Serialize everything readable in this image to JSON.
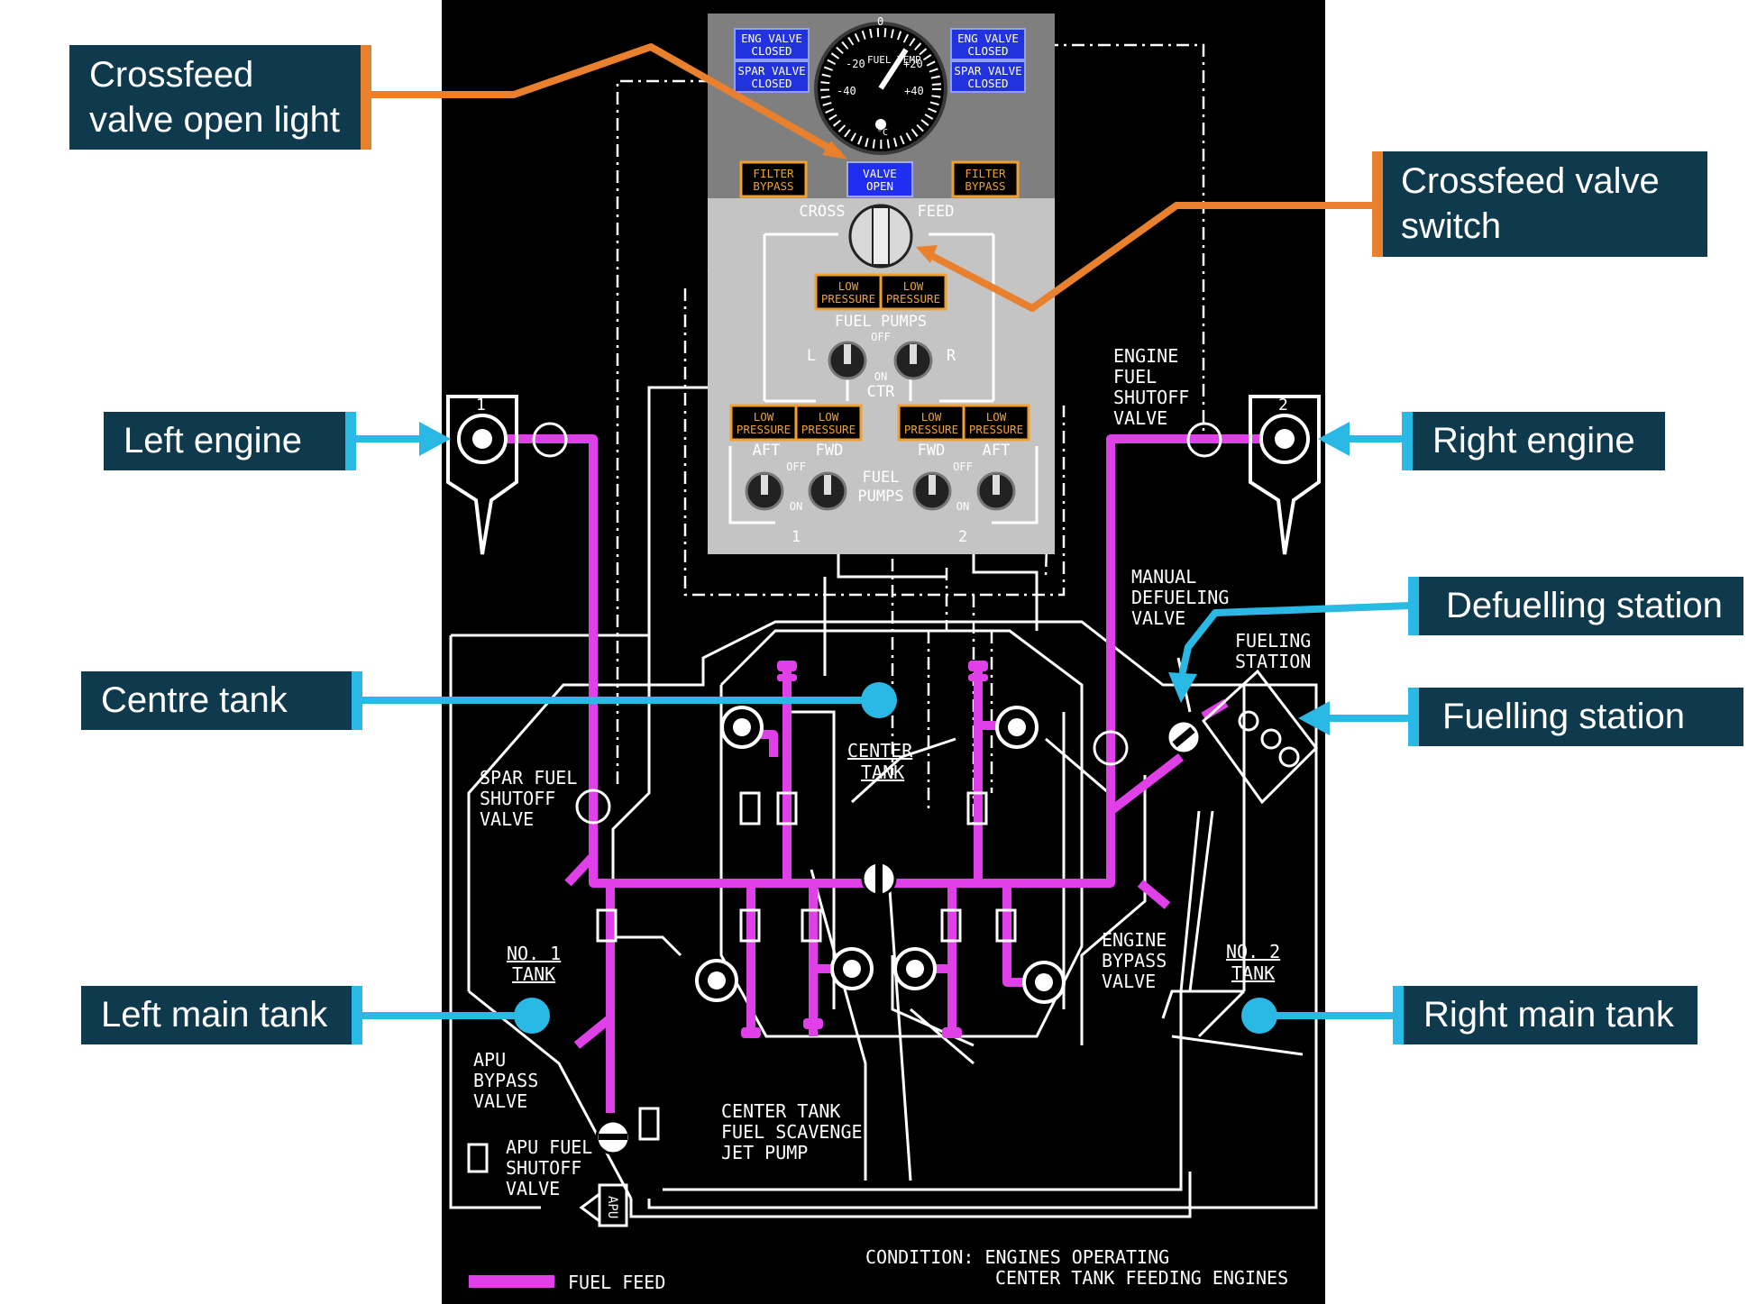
{
  "panel": {
    "eng_valve_closed_l": [
      "ENG VALVE",
      "CLOSED"
    ],
    "spar_valve_closed_l": [
      "SPAR VALVE",
      "CLOSED"
    ],
    "eng_valve_closed_r": [
      "ENG VALVE",
      "CLOSED"
    ],
    "spar_valve_closed_r": [
      "SPAR VALVE",
      "CLOSED"
    ],
    "gauge": {
      "top": "0",
      "left1": "-20",
      "left2": "-40",
      "right1": "+20",
      "right2": "+40",
      "label": "FUEL TEMP",
      "unit": "°C"
    },
    "filter_bypass_l": [
      "FILTER",
      "BYPASS"
    ],
    "valve_open": [
      "VALVE",
      "OPEN"
    ],
    "filter_bypass_r": [
      "FILTER",
      "BYPASS"
    ],
    "crossfeed_left": "CROSS",
    "crossfeed_right": "FEED",
    "low_pressure": [
      "LOW",
      "PRESSURE"
    ],
    "fuel_pumps_top": "FUEL PUMPS",
    "off": "OFF",
    "on": "ON",
    "l": "L",
    "r": "R",
    "ctr": "CTR",
    "aft": "AFT",
    "fwd": "FWD",
    "fuel_pumps_mid": [
      "FUEL",
      "PUMPS"
    ],
    "pump1": "1",
    "pump2": "2"
  },
  "diagram_labels": {
    "engine_fuel_shutoff": [
      "ENGINE",
      "FUEL",
      "SHUTOFF",
      "VALVE"
    ],
    "manual_defueling": [
      "MANUAL",
      "DEFUELING",
      "VALVE"
    ],
    "fueling_station": [
      "FUELING",
      "STATION"
    ],
    "center_tank": [
      "CENTER",
      "TANK"
    ],
    "spar_fuel_shutoff": [
      "SPAR FUEL",
      "SHUTOFF",
      "VALVE"
    ],
    "no1_tank": [
      "NO. 1",
      "TANK"
    ],
    "no2_tank": [
      "NO. 2",
      "TANK"
    ],
    "engine_bypass": [
      "ENGINE",
      "BYPASS",
      "VALVE"
    ],
    "apu_bypass": [
      "APU",
      "BYPASS",
      "VALVE"
    ],
    "apu_fuel_shutoff": [
      "APU FUEL",
      "SHUTOFF",
      "VALVE"
    ],
    "center_tank_scavenge": [
      "CENTER TANK",
      "FUEL SCAVENGE",
      "JET PUMP"
    ],
    "apu": "APU",
    "engine1": "1",
    "engine2": "2",
    "condition": [
      "CONDITION: ENGINES OPERATING",
      "CENTER TANK FEEDING ENGINES"
    ],
    "legend_fuel_feed": "FUEL FEED"
  },
  "callouts": {
    "crossfeed_light": [
      "Crossfeed",
      "valve open light"
    ],
    "crossfeed_switch": [
      "Crossfeed valve",
      "switch"
    ],
    "left_engine": [
      "Left engine"
    ],
    "right_engine": [
      "Right engine"
    ],
    "defuelling_station": [
      "Defuelling station"
    ],
    "centre_tank": [
      "Centre tank"
    ],
    "fuelling_station": [
      "Fuelling station"
    ],
    "left_main_tank": [
      "Left main tank"
    ],
    "right_main_tank": [
      "Right main tank"
    ]
  },
  "colors": {
    "fuel_feed": "#e040e8",
    "callout_bg": "#0f3a4d",
    "orange": "#e8802e",
    "blue": "#29b9e4",
    "panel_gray": "#bfbfbf",
    "amber_light": "#f0a030",
    "blue_light": "#2233dd"
  }
}
